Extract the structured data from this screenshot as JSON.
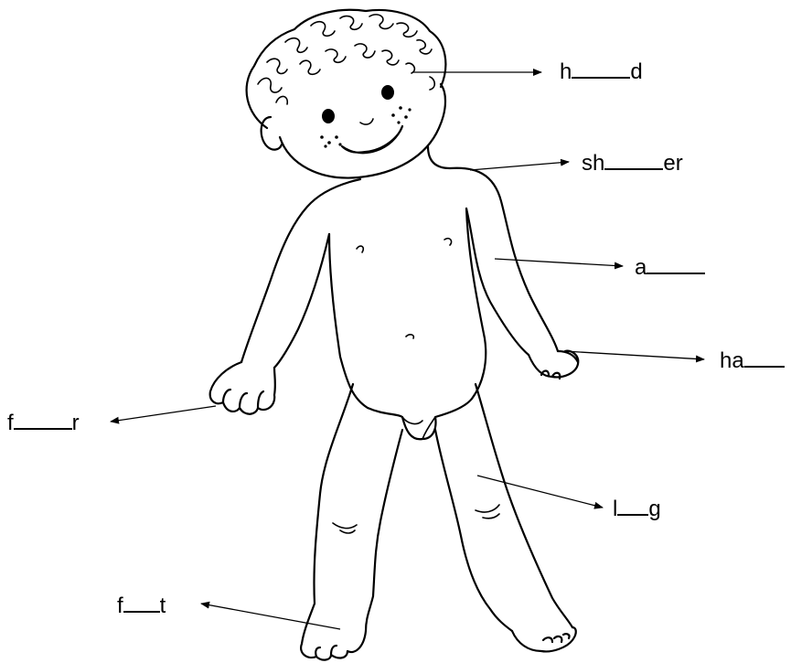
{
  "worksheet": {
    "labels": [
      {
        "id": "head",
        "prefix": "h",
        "suffix": "d"
      },
      {
        "id": "shoulder",
        "prefix": "sh",
        "suffix": "er"
      },
      {
        "id": "arm",
        "prefix": "a",
        "suffix": ""
      },
      {
        "id": "hand",
        "prefix": "ha",
        "suffix": ""
      },
      {
        "id": "finger",
        "prefix": "f",
        "suffix": "r"
      },
      {
        "id": "leg",
        "prefix": "l",
        "suffix": "g"
      },
      {
        "id": "foot",
        "prefix": "f",
        "suffix": "t"
      }
    ]
  },
  "colors": {
    "ink": "#000000",
    "paper": "#ffffff"
  }
}
